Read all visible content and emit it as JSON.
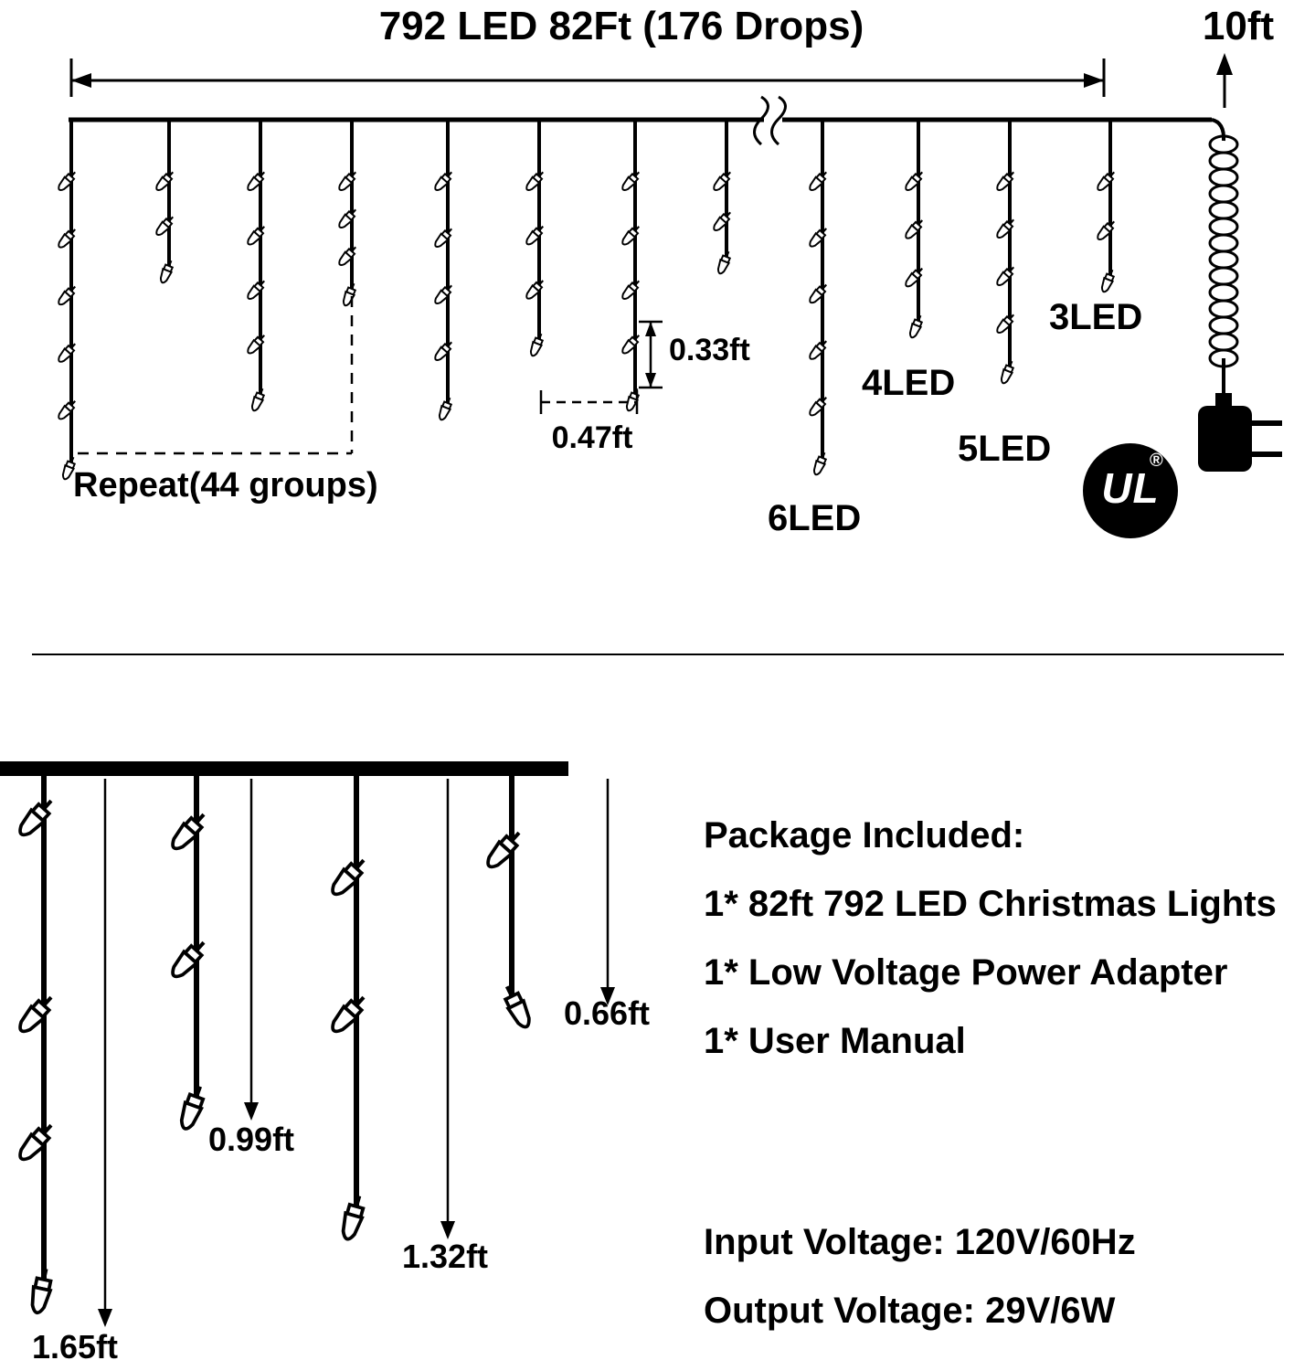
{
  "top_diagram": {
    "title": "792 LED 82Ft (176 Drops)",
    "lead_length": "10ft",
    "bulb_spacing": "0.33ft",
    "drop_spacing": "0.47ft",
    "repeat_label": "Repeat(44 groups)",
    "drop_types": {
      "three": "3LED",
      "four": "4LED",
      "five": "5LED",
      "six": "6LED"
    },
    "ul_mark": "UL",
    "ul_registered": "®"
  },
  "bottom_diagram": {
    "drop_lengths": {
      "short": "0.66ft",
      "medium": "0.99ft",
      "long": "1.32ft",
      "longest": "1.65ft"
    }
  },
  "package_info": {
    "heading": "Package Included:",
    "items": [
      "1* 82ft 792 LED Christmas Lights",
      "1* Low Voltage Power Adapter",
      "1* User Manual"
    ],
    "input_voltage": "Input Voltage: 120V/60Hz",
    "output_voltage": "Output Voltage: 29V/6W"
  }
}
